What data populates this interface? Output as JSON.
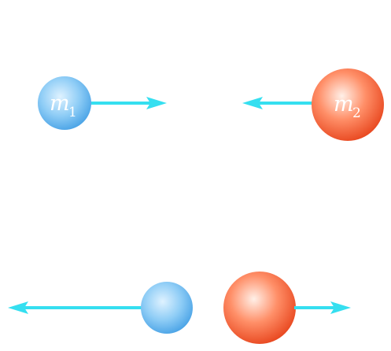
{
  "diagram": {
    "masses": {
      "m1": {
        "symbol": "m",
        "subscript": "1"
      },
      "m2": {
        "symbol": "m",
        "subscript": "2"
      }
    },
    "colors": {
      "arrow": "#35dff0",
      "blue_ball_light": "#dff2ff",
      "blue_ball_mid": "#8fcdf6",
      "blue_ball_dark": "#4aa3e6",
      "red_ball_light": "#fff0e8",
      "red_ball_mid": "#ff8f68",
      "red_ball_dark": "#e8471f"
    }
  }
}
